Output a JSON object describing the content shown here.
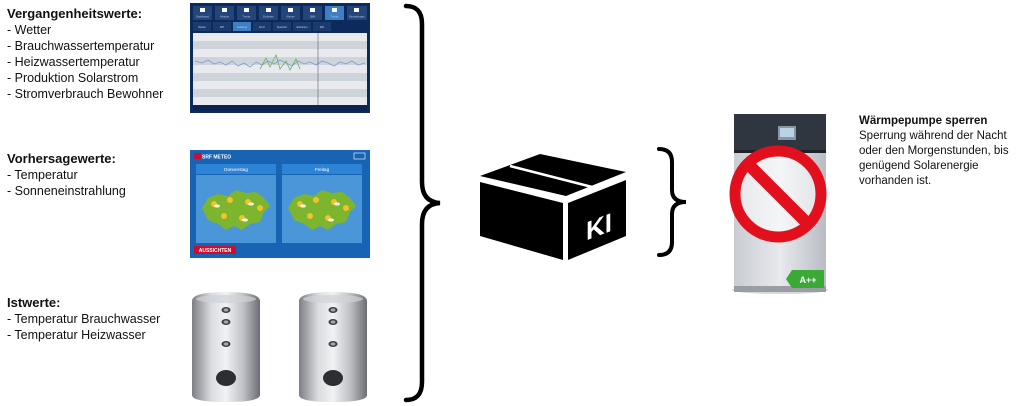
{
  "inputs": [
    {
      "title": "Vergangenheitswerte:",
      "items": [
        "- Wetter",
        "- Brauchwassertemperatur",
        "- Heizwassertemperatur",
        "- Produktion Solarstrom",
        "- Stromverbrauch Bewohner"
      ]
    },
    {
      "title": "Vorhersagewerte:",
      "items": [
        "- Temperatur",
        "- Sonneneinstrahlung"
      ]
    },
    {
      "title": "Istwerte:",
      "items": [
        "- Temperatur Brauchwasser",
        "- Temperatur Heizwasser"
      ]
    }
  ],
  "dashboard": {
    "tabs": [
      "Dashboard",
      "Historie",
      "Trends",
      "Einheiten",
      "Alarme",
      "SBM",
      "Trends",
      "Einstellungen"
    ],
    "subtabs": [
      "Wetter",
      "WP",
      "Leistung",
      "ECU",
      "Speicher",
      "Einheiten",
      "WH"
    ]
  },
  "weather": {
    "channel": "SRF METEO",
    "days": [
      "Donnerstag",
      "Freitag"
    ],
    "banner": "AUSSICHTEN"
  },
  "box_label": "KI",
  "energy_label": "A++",
  "output": {
    "title": "Wärmpepumpe sperren",
    "description": "Sperrung während der Nacht oder den Morgenstunden, bis genügend Solarenergie vorhanden ist."
  },
  "colors": {
    "dashboard_bg": "#0d2a5c",
    "weather_bg": "#1f6fc4",
    "map_green": "#7db52e",
    "banner_red": "#c8102e",
    "prohibit_red": "#e2101c",
    "energy_green": "#3aa935"
  }
}
